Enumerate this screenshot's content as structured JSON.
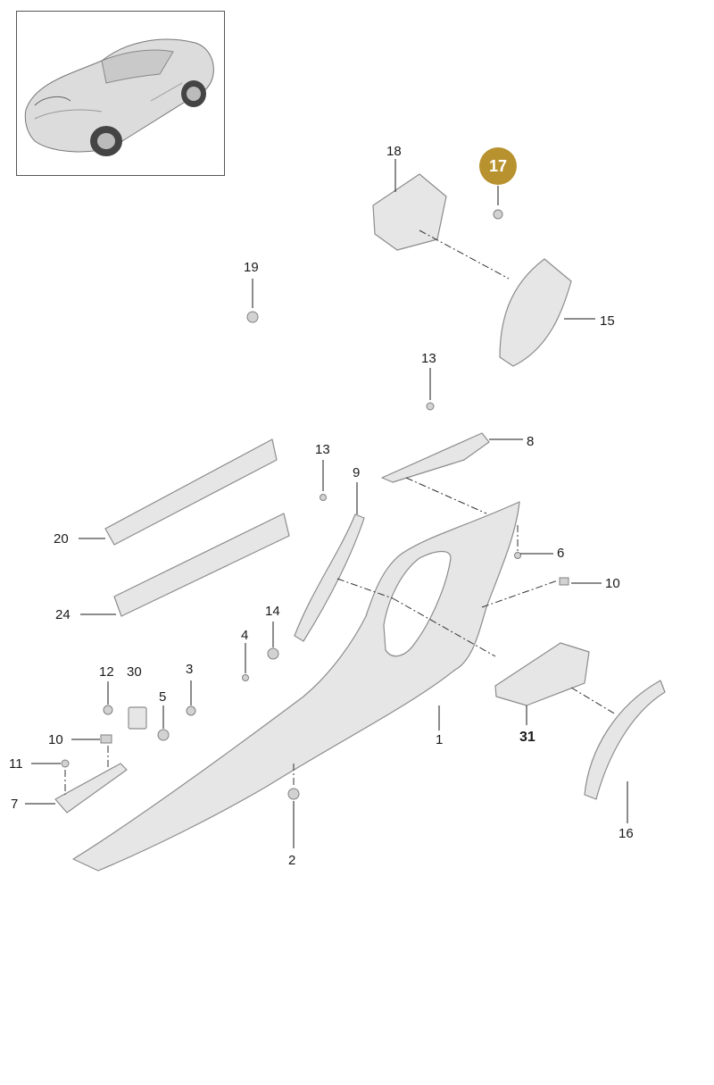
{
  "diagram": {
    "callout_color": "#b8922f",
    "part_color": "#e4e4e4",
    "part_stroke": "#9a9a9a",
    "labels": {
      "l1": "1",
      "l2": "2",
      "l3": "3",
      "l4": "4",
      "l5": "5",
      "l6": "6",
      "l7": "7",
      "l8": "8",
      "l9": "9",
      "l10a": "10",
      "l10b": "10",
      "l11": "11",
      "l12": "12",
      "l13a": "13",
      "l13b": "13",
      "l14": "14",
      "l15": "15",
      "l16": "16",
      "l17": "17",
      "l18": "18",
      "l19": "19",
      "l20": "20",
      "l24": "24",
      "l30": "30",
      "l31": "31"
    }
  }
}
